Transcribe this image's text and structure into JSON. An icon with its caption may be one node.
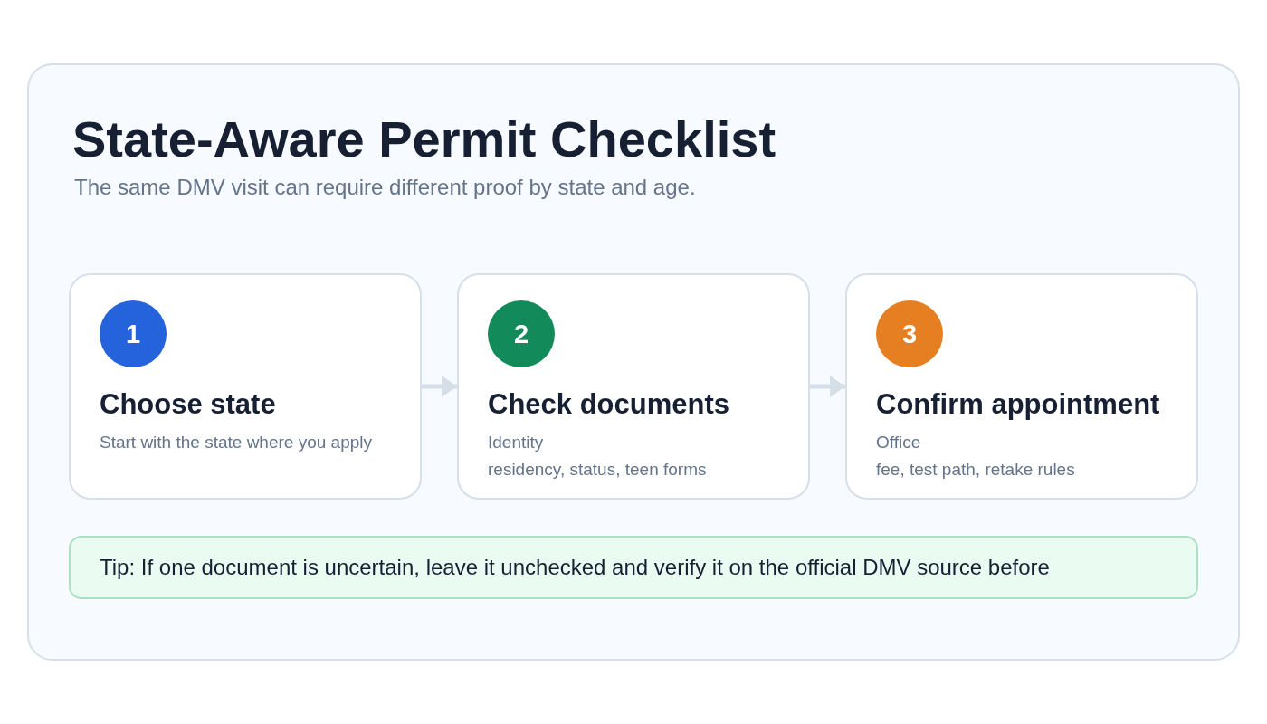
{
  "diagram": {
    "nodes": [
      {
        "text": [
          "State-Aware Permit Checklist",
          "The same DMV visit can require different proof by state and age."
        ]
      },
      {
        "text": [
          "Choose state",
          "Start with the state where you apply"
        ],
        "in": 0
      },
      {
        "text": [
          "1"
        ],
        "in": 1
      },
      {
        "text": [
          "Check documents",
          "Identity",
          "residency, status, teen forms"
        ],
        "in": 0
      },
      {
        "text": [
          "2"
        ],
        "in": 3
      },
      {
        "text": [
          "Confirm appointment",
          "Office",
          "fee, test path, retake rules"
        ],
        "in": 0
      },
      {
        "text": [
          "3"
        ],
        "in": 5
      },
      {
        "text": [
          "Tip: If one document is uncertain, leave it unchecked and verify it on the official DMV source before"
        ],
        "in": 0
      }
    ],
    "edges": [
      {
        "from": 1,
        "to": 3,
        "arrow": "to"
      },
      {
        "from": 3,
        "to": 5,
        "arrow": "to"
      }
    ]
  }
}
